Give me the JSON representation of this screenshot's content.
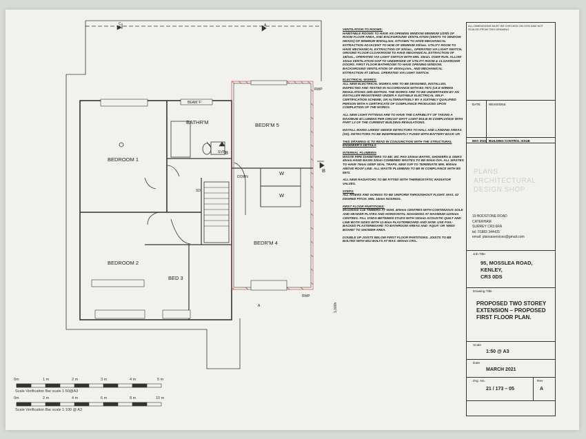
{
  "plan": {
    "rooms": {
      "bedroom1": "BEDROOM 1",
      "bedroom2": "BEDROOM 2",
      "bed3": "BED 3",
      "bathroom": "BATHR'M",
      "bedroom5": "BEDR'M 5",
      "bedroom4": "BEDR'M 4"
    },
    "labels": {
      "beam": "BEAM 'F'",
      "down": "DOWN",
      "svp": "SVP",
      "sd": "SD",
      "w1": "W",
      "w2": "W",
      "rwp1": "RWP",
      "rwp2": "RWP",
      "dim": "1,000h",
      "secA1": "A",
      "secA2": "A",
      "secB1": "B",
      "secB2": "B",
      "secC": "C"
    }
  },
  "notes": [
    {
      "heading": "VENTILATION TO ROOMS:",
      "text": "HABITABLE ROOMS TO HAVE AN OPENING WINDOW MINIMUM 1/20th OF ROOM FLOOR AREA, AND BACKGROUND VENTILATION (VENTS TO WINDOW HEADS) OF MINIMUM 8000sq.mm. KITCHEN TO HAVE MECHANICAL EXTRACTION ADJACENT TO HOB OF MINIMUM 30l/sec. UTILITY ROOM TO HAVE MECHANICAL EXTRACTION OF 30l/sec., OPERATED VIA LIGHT SWITCH. GROUND FLOOR CLOAKROOM TO HAVE MECHANICAL EXTRACTION OF 15l/sec., OPERATED VIA LIGHT SWITCH WITH MIN. 15min. OVER RUN. ALLOW 10mm VENTILATION GAP TO UNDERSIDE OF UTILITY ROOM & CLOAKROOM DOORS. FIRST FLOOR BATHROOM TO HAVE OPENING WINDOW, BACKGROUND VENTILATION OF 4000sq.mm., AND MECHANICAL EXTRACTION AT 15l/sec. OPERATED VIA LIGHT SWITCH."
    },
    {
      "heading": "ELECTRICAL WORKS:",
      "text": "ALL NEW ELECTRICAL WORKS ARE TO BE DESIGNED, INSTALLED, INSPECTED AND TESTED IN ACCORDANCE WITH BS 7671 (I.E.E WIRING REGULATIONS 16th EDITION. THE WORKS ARE TO BE UNDERTAKEN BY AN INSTALLER REGISTERED UNDER A SUITABLE ELECTRICAL SELF-CERTIFICATION SCHEME, OR ALTERNATIVELY BY A SUITABLY QUALIFIED PERSON WITH A CERTIFICATE OF COMPLIANCE PRODUCED UPON COMPLETION OF THE WORKS."
    },
    {
      "heading": "",
      "text": "ALL NEW LIGHT FITTINGS ARE TO HAVE THE CAPABILITY OF TAKING A MAXIMUM 40 LUMENS PER CIRCUIT WATT LIGHT BULB IN COMPLIANCE WITH PART L3 OF THE CURRENT BUILDING REGULATIONS."
    },
    {
      "heading": "",
      "text": "INSTALL MAINS LINKED SMOKE DETECTORS TO HALL AND LANDING AREAS (SD). DETECTORS TO BE INDEPENDENTLY FUSED WITH BATTERY BACK UP."
    },
    {
      "heading": "THIS DRAWING IS TO READ IN CONJUNCTION WITH THE STRUCTURAL ENGINEER'S DETAILS",
      "text": ""
    },
    {
      "heading": "INTERNAL PLUMBING",
      "text": "WASTE PIPE DIAMETERS TO BE; WC PAN 100mm BATHS, SHOWERS & SINKS 40mm HAND BASIN 32mm COMBINED WASTES TO BE 50mm DIA. ALL WASTES TO HAVE 75mm DEEP SEAL TRAPS. NEW SVP TO TERMINATE MIN. 900mm ABOVE ROOF LINE. ALL WASTE PLUMBING TO BE IN COMPLIANCE WITH BS 5572."
    },
    {
      "heading": "",
      "text": "ALL NEW RADIATORS TO BE FITTED WITH THERMOSTATIC RADIATOR VALVES."
    },
    {
      "heading": "STEPS:",
      "text": "ALL RISERS AND GOINGS TO BE UNIFORM THROUGHOUT FLIGHT. MAX. 42 DEGREE PITCH. MIN. 16mm NOSINGS."
    },
    {
      "heading": "FIRST FLOOR PARTITIONS:",
      "text": "50x100mm C16 TIMBERS AT NOM. 400mm CENTRES WITH CONTINUOUS SOLE AND HEADER PLATES AND HORIZONTAL NOGGINGS AT MAXIMUM 1100mm CENTRES. FILL VOIDS BETWEEN STUDS WITH 100mm ACOUSTIC QUILT AND LINE BOTH SIDES WITH 12.5mm PLASTERBOARD AND SKIM. USE FOIL-BACKED PLASTERBOARD TO BATHROOM AREAS AND 'AQUA' OR 'WEDI BOARD' TO SHOWER AREA."
    },
    {
      "heading": "",
      "text": "DOUBLE UP JOISTS BELOW FIRST FLOOR PARTITIONS. JOISTS TO BE BOLTED WITH M12 BOLTS AT MAX. 600mm CRS.."
    }
  ],
  "titleblock": {
    "disclaimer": "ALL DIMENSIONS MUST BE CHECKED ON SITE AND NOT SCALED FROM THIS DRAWING",
    "rev_header_date": "DATE",
    "rev_header_revisions": "REVISIONS",
    "rev_date": "MAY 2021",
    "rev_text": "BUILDING CONTROL ISSUE",
    "brand_line1": "PLANS",
    "brand_line2": "ARCHITECTURAL",
    "brand_line3": "DESIGN SHOP",
    "addr1": "19 BODSTONE ROAD",
    "addr2": "CATERHAM",
    "addr3": "SURREY CR3 6RA",
    "tel": "tel:   01883 344425",
    "email": "email: plansaservices@gmail.com",
    "job_label": "Job Title",
    "job1": "95, MOSSLEA ROAD,",
    "job2": "KENLEY,",
    "job3": "CR3 0DS",
    "drawing_label": "Drawing Title",
    "drawing_title": "PROPOSED TWO STOREY EXTENSION – PROPOSED FIRST FLOOR PLAN.",
    "scale_label": "Scale",
    "scale_value": "1:50 @ A3",
    "date_label": "Date",
    "date_value": "MARCH 2021",
    "drg_label": "Drg. No.",
    "drg_value": "21 / 173 – 05",
    "rev_label": "Rev",
    "rev_value": "A"
  },
  "scalebars": {
    "bar1_ticks": [
      "0m",
      "1 m",
      "2 m",
      "3 m",
      "4 m",
      "5 m"
    ],
    "bar1_caption": "Scale Verification Bar scale 1:50@A3",
    "bar2_ticks": [
      "0m",
      "2 m",
      "4 m",
      "6 m",
      "8 m",
      "10 m"
    ],
    "bar2_caption": "Scale Verification Bar scale 1:100 @ A3"
  }
}
